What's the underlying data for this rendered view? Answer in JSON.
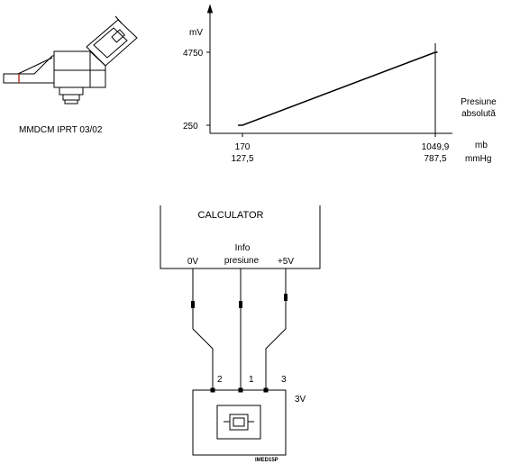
{
  "sensor": {
    "caption": "MMDCM IPRT 03/02"
  },
  "chart_data": {
    "type": "line",
    "ylabel": "mV",
    "xlabel_lines": [
      "Presiune",
      "absolută"
    ],
    "x_unit_mb": "mb",
    "x_unit_mmhg": "mmHg",
    "x_ticks": [
      {
        "mb": "170",
        "mmhg": "127,5"
      },
      {
        "mb": "1049,9",
        "mmhg": "787,5"
      }
    ],
    "y_ticks": [
      "250",
      "4750"
    ],
    "series": [
      {
        "x": [
          150,
          170,
          1049.9,
          1060
        ],
        "y": [
          250,
          250,
          4750,
          4750
        ]
      }
    ]
  },
  "circuit": {
    "module_label": "CALCULATOR",
    "ground_label": "0V",
    "info_label_line1": "Info",
    "info_label_line2": "presiune",
    "supply_label": "+5V",
    "pins": [
      "2",
      "1",
      "3"
    ],
    "voltage_label": "3V",
    "code": "IMED15P"
  }
}
